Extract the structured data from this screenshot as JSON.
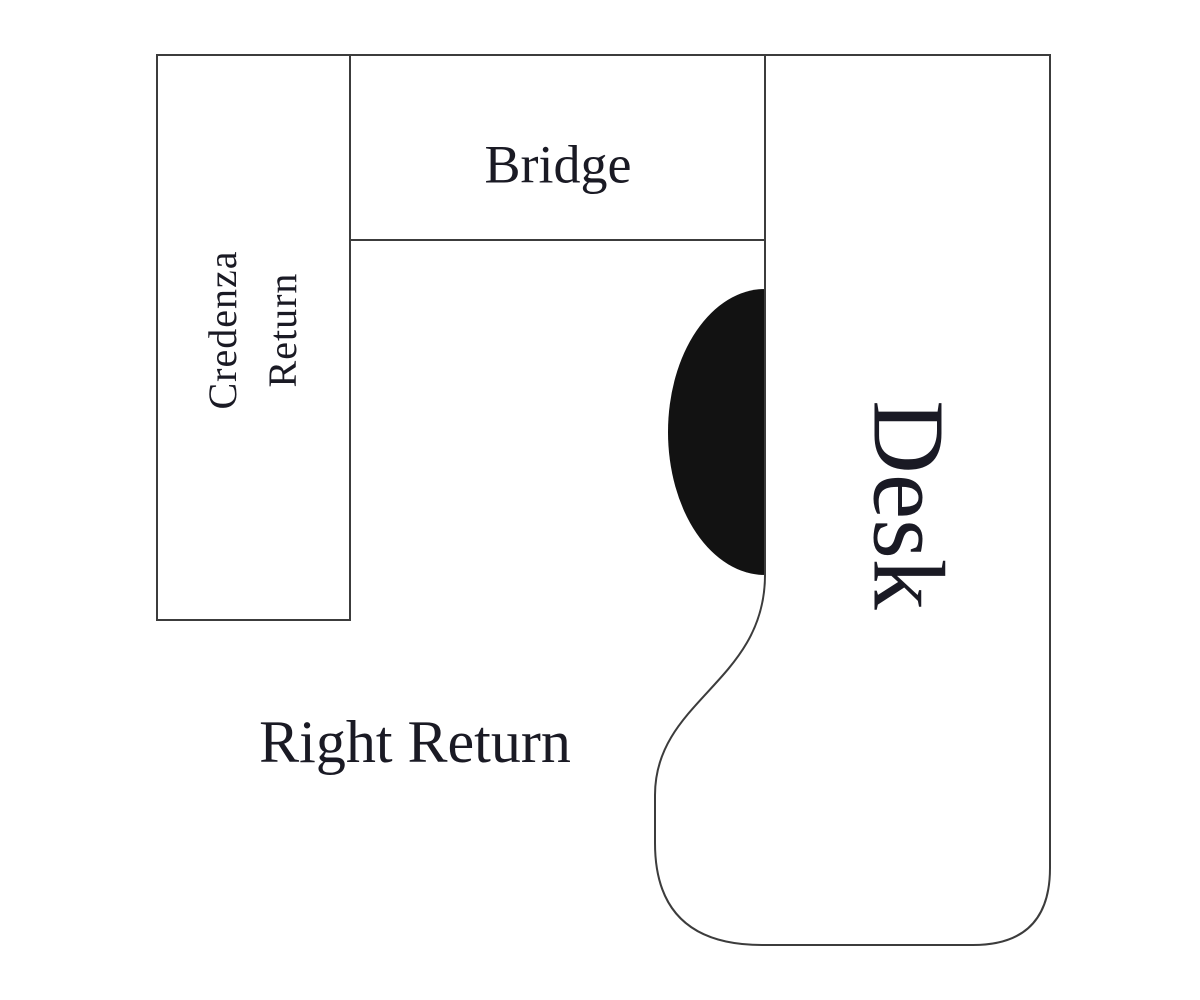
{
  "diagram": {
    "type": "furniture-layout-plan",
    "colors": {
      "outline": "#3c3c3c",
      "shape_fill": "#ffffff",
      "chair_fill": "#121212",
      "text": "#1a1a24"
    },
    "labels": {
      "bridge": "Bridge",
      "credenza_line1": "Credenza",
      "credenza_line2": "Return",
      "desk": "Desk",
      "right_return": "Right Return"
    },
    "shapes": [
      {
        "name": "credenza-return",
        "kind": "rect"
      },
      {
        "name": "bridge",
        "kind": "rect"
      },
      {
        "name": "chair",
        "kind": "half-ellipse"
      },
      {
        "name": "desk",
        "kind": "rounded-path"
      }
    ]
  }
}
